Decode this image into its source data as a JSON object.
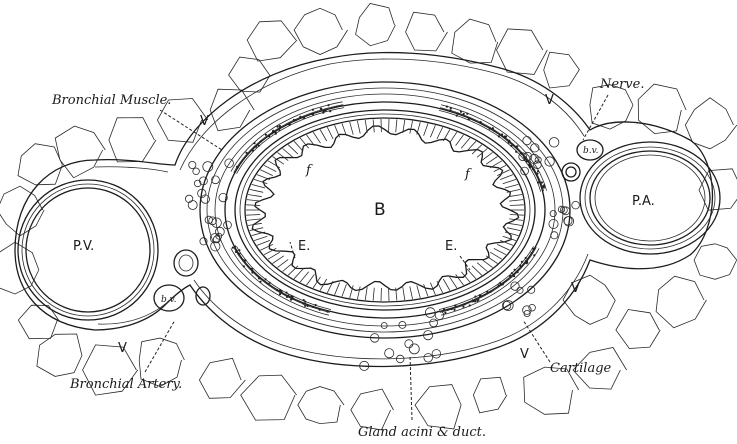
{
  "figure": {
    "labels": {
      "bronchial_muscle": "Bronchial Muscle.",
      "nerve": "Nerve.",
      "cartilage": "Cartilage",
      "bronchial_artery": "Bronchial Artery.",
      "gland": "Gland acini & duct.",
      "bronchus_lumen": "B",
      "pulmonary_vein": "P.V.",
      "pulmonary_artery": "P.A.",
      "epithelium": "E.",
      "fold": "f",
      "vein_abbrev": "V",
      "bronchial_vein": "b.v."
    }
  }
}
